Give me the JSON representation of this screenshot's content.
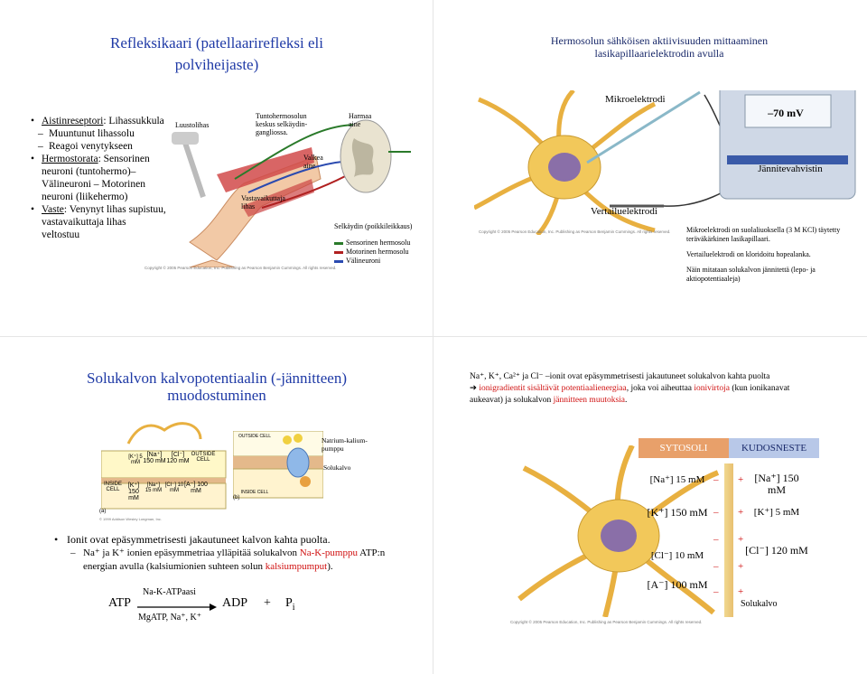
{
  "slide1": {
    "title": "Refleksikaari (patellaarirefleksi eli polviheijaste)",
    "bullets": {
      "b1_term": "Aistinreseptori",
      "b1_rest": ": Lihassukkula",
      "b1_sub1": "Muuntunut lihassolu",
      "b1_sub2": "Reagoi venytykseen",
      "b2_term": "Hermostorata",
      "b2_rest": ": Sensorinen neuroni (tuntohermo)– Välineuroni – Motorinen neuroni (liikehermo)",
      "b3_term": "Vaste",
      "b3_rest": ": Venynyt lihas supistuu, vastavaikuttaja lihas veltostuu"
    },
    "labels": {
      "luustolihas": "Luustolihas",
      "tuntohermo": "Tuntohermosolun keskus selkäydin-gangliossa.",
      "harmaa": "Harmaa aine",
      "valkea": "Valkea aine",
      "vastavaikuttaja": "Vastavaikuttaja lihas",
      "selkaydin": "Selkäydin (poikkileikkaus)",
      "legend_sensory": "Sensorinen hermosolu",
      "legend_motor": "Motorinen hermosolu",
      "legend_inter": "Välineuroni"
    },
    "copyright": "Copyright © 2005 Pearson Education, Inc. Publishing as Pearson Benjamin Cummings. All rights reserved."
  },
  "slide2": {
    "title": "Hermosolun sähköisen aktiivisuuden mittaaminen lasikapillaarielektrodin avulla",
    "labels": {
      "mikroelektrodi": "Mikroelektrodi",
      "voltage": "–70 mV",
      "jannitevahvistin": "Jännitevahvistin",
      "vertailuelektrodi": "Vertailuelektrodi"
    },
    "copyright": "Copyright © 2005 Pearson Education, Inc. Publishing as Pearson Benjamin Cummings. All rights reserved.",
    "notes": {
      "n1": "Mikroelektrodi on suolaliuoksella (3 M KCl) täytetty teräväkärkinen lasikapillaari.",
      "n2": "Vertailuelektrodi on kloridoitu hopealanka.",
      "n3": "Näin mitataan solukalvon jännitettä (lepo- ja aktiopotentiaaleja)"
    }
  },
  "slide3": {
    "title": "Solukalvon kalvopotentiaalin (-jännitteen) muodostuminen",
    "diagram": {
      "outside_cell": "OUTSIDE CELL",
      "inside_cell": "INSIDE CELL",
      "k_out": "[K⁺] 5 mM",
      "na_out": "[Na⁺] 150 mM",
      "cl_out": "[Cl⁻] 120 mM",
      "k_in": "[K⁺] 150 mM",
      "na_in": "[Na⁺] 15 mM",
      "cl_in": "[Cl⁻] 10 mM",
      "a_in": "[A⁻] 100 mM",
      "pump_label": "Natrium-kalium-pumppu",
      "solukalvo": "Solukalvo",
      "part_a": "(a)",
      "part_b": "(b)",
      "copyright": "© 1999 Addison Wesley Longman, Inc."
    },
    "bullet_main": "Ionit ovat epäsymmetrisesti jakautuneet kalvon kahta puolta.",
    "sub_part1": "Na⁺ ja K⁺ ionien epäsymmetriaa ylläpitää solukalvon ",
    "sub_red1": "Na-K-pumppu",
    "sub_part2": " ATP:n energian avulla (kalsiumionien suhteen solun ",
    "sub_red2": "kalsiumpumput",
    "sub_part3": ").",
    "equation": {
      "atp": "ATP",
      "enzyme": "Na-K-ATPaasi",
      "adp": "ADP",
      "plus": "+",
      "p": "P",
      "p_sub": "i",
      "cofactors": "MgATP, Na⁺, K⁺"
    }
  },
  "slide4": {
    "intro": "Na⁺, K⁺, Ca²⁺ ja Cl⁻ –ionit ovat epäsymmetrisesti jakautuneet solukalvon kahta puolta",
    "arrow_text": "➔ ",
    "red1": "ionigradientit sisältävät potentiaalienergiaa",
    "mid": ", joka voi aiheuttaa ",
    "red2": "ionivirtoja",
    "mid2": " (kun ionikanavat aukeavat) ja solukalvon ",
    "red3": "jännitteen muutoksia",
    "end": ".",
    "sytosoli": "SYTOSOLI",
    "kudosneste": "KUDOSNESTE",
    "ions_in": [
      "[Na⁺] 15 mM",
      "[K⁺] 150 mM",
      "[Cl⁻] 10 mM",
      "[A⁻] 100 mM"
    ],
    "ions_out": [
      "[Na⁺] 150 mM",
      "[K⁺] 5 mM",
      "[Cl⁻] 120 mM"
    ],
    "minus": "–",
    "plus": "+",
    "solukalvo": "Solukalvo",
    "copyright": "Copyright © 2005 Pearson Education, Inc. Publishing as Pearson Benjamin Cummings. All rights reserved."
  },
  "colors": {
    "title_blue": "#1f3aa6",
    "accent_red": "#d01010",
    "header_bg": "#e8a06a"
  }
}
